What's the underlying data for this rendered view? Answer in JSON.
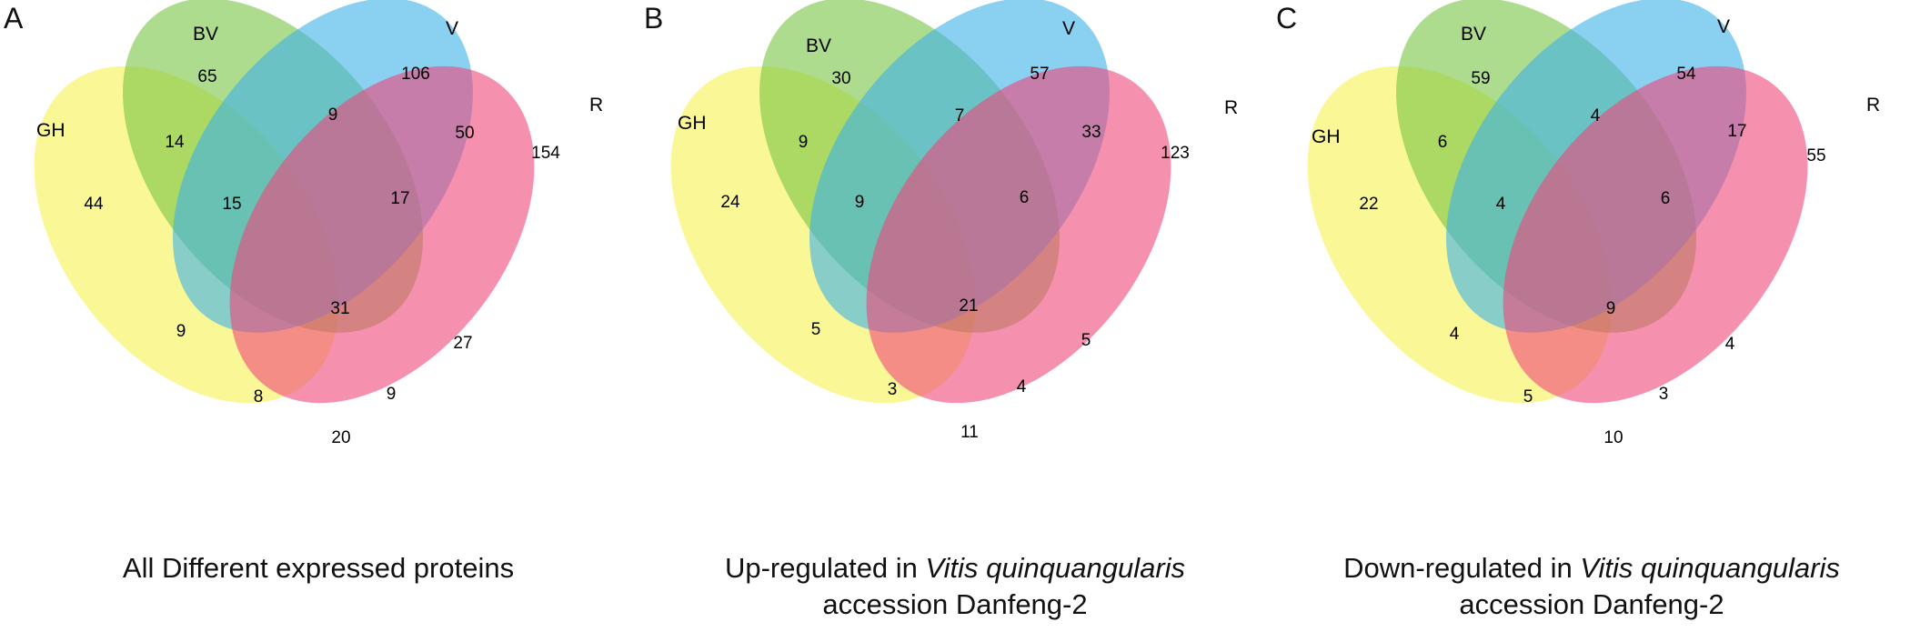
{
  "colors": {
    "GH": "#f7f252",
    "BV": "#78c443",
    "V": "#3cb0e8",
    "R": "#ee4679"
  },
  "panels": [
    {
      "letter": "A",
      "caption": {
        "line1": "All Different expressed proteins",
        "italic": "",
        "line2": ""
      },
      "sets": {
        "GH": "GH",
        "BV": "BV",
        "V": "V",
        "R": "R"
      },
      "counts": {
        "GH_only": "44",
        "BV_only": "65",
        "V_only": "106",
        "R_only": "154",
        "GH_BV": "14",
        "BV_V": "9",
        "V_R": "50",
        "GH_R": "20",
        "GH_V": "9",
        "BV_R": "27",
        "GH_BV_V": "15",
        "BV_V_R": "17",
        "GH_V_R": "8",
        "GH_BV_R": "9",
        "all": "31"
      }
    },
    {
      "letter": "B",
      "caption": {
        "line1": "Up-regulated in ",
        "italic": "Vitis quinquangularis",
        "line2": "accession Danfeng-2"
      },
      "sets": {
        "GH": "GH",
        "BV": "BV",
        "V": "V",
        "R": "R"
      },
      "counts": {
        "GH_only": "24",
        "BV_only": "30",
        "V_only": "57",
        "R_only": "123",
        "GH_BV": "9",
        "BV_V": "7",
        "V_R": "33",
        "GH_R": "11",
        "GH_V": "5",
        "BV_R": "5",
        "GH_BV_V": "9",
        "BV_V_R": "6",
        "GH_V_R": "3",
        "GH_BV_R": "4",
        "all": "21"
      }
    },
    {
      "letter": "C",
      "caption": {
        "line1": "Down-regulated in ",
        "italic": "Vitis quinquangularis",
        "line2": "accession Danfeng-2"
      },
      "sets": {
        "GH": "GH",
        "BV": "BV",
        "V": "V",
        "R": "R"
      },
      "counts": {
        "GH_only": "22",
        "BV_only": "59",
        "V_only": "54",
        "R_only": "55",
        "GH_BV": "6",
        "BV_V": "4",
        "V_R": "17",
        "GH_R": "10",
        "GH_V": "4",
        "BV_R": "4",
        "GH_BV_V": "4",
        "BV_V_R": "6",
        "GH_V_R": "5",
        "GH_BV_R": "3",
        "all": "9"
      }
    }
  ]
}
